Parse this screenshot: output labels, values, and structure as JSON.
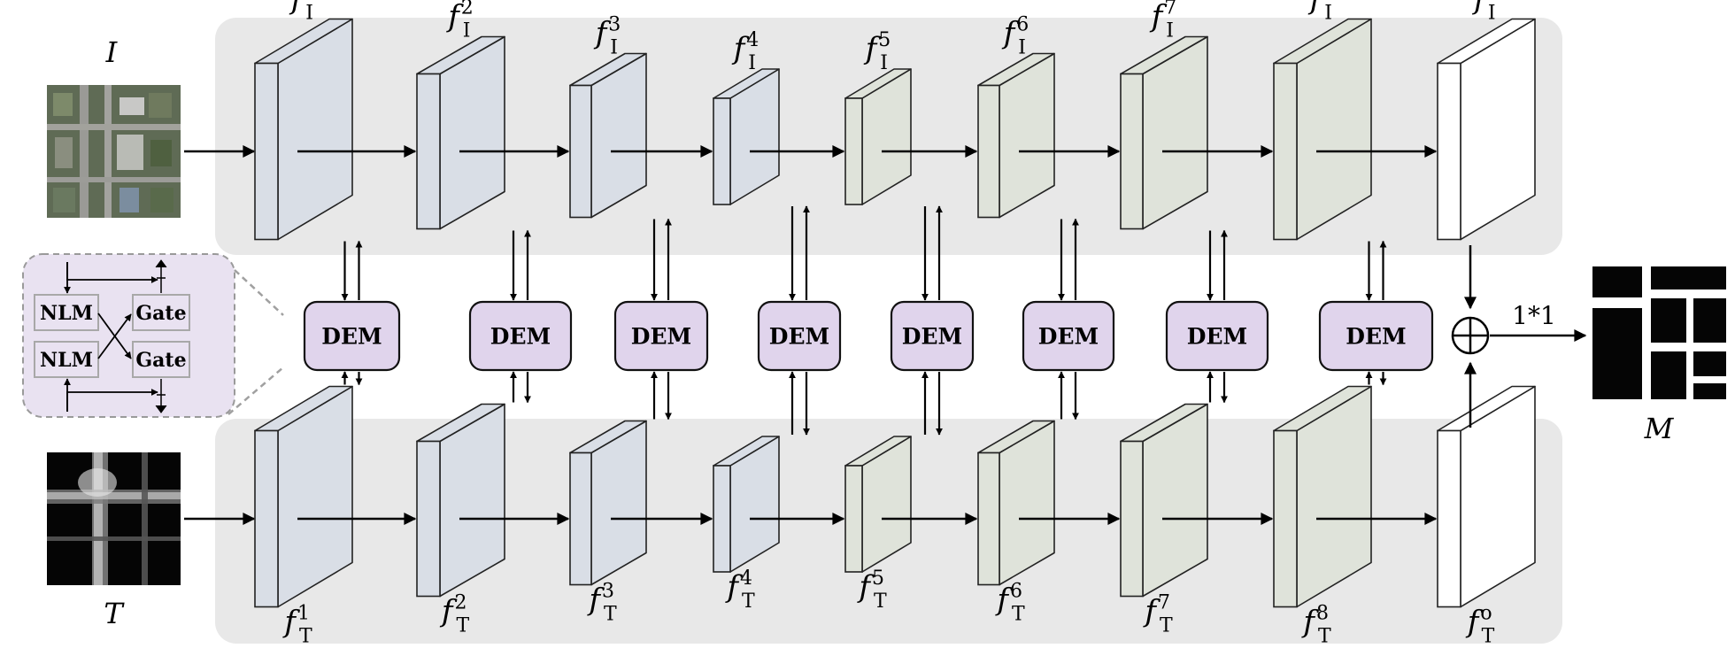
{
  "inputs": {
    "image_label": "I",
    "thermal_label": "T",
    "output_label": "M"
  },
  "stages": [
    {
      "sup": "1"
    },
    {
      "sup": "2"
    },
    {
      "sup": "3"
    },
    {
      "sup": "4"
    },
    {
      "sup": "5"
    },
    {
      "sup": "6"
    },
    {
      "sup": "7"
    },
    {
      "sup": "8"
    },
    {
      "sup": "o"
    }
  ],
  "feature_symbol": "f",
  "image_sub": "I",
  "thermal_sub": "T",
  "dem_label": "DEM",
  "fusion": {
    "conv_label": "1*1",
    "operator_symbol": "⊕"
  },
  "inset": {
    "nlm_label": "NLM",
    "gate_label": "Gate"
  },
  "colors": {
    "panel": "#e8e8e8",
    "dem_fill": "#e0d4ec",
    "inset_fill": "#e9e2f1",
    "block_blue": "#d9dee6",
    "block_green": "#dfe3da",
    "block_white": "#ffffff"
  }
}
